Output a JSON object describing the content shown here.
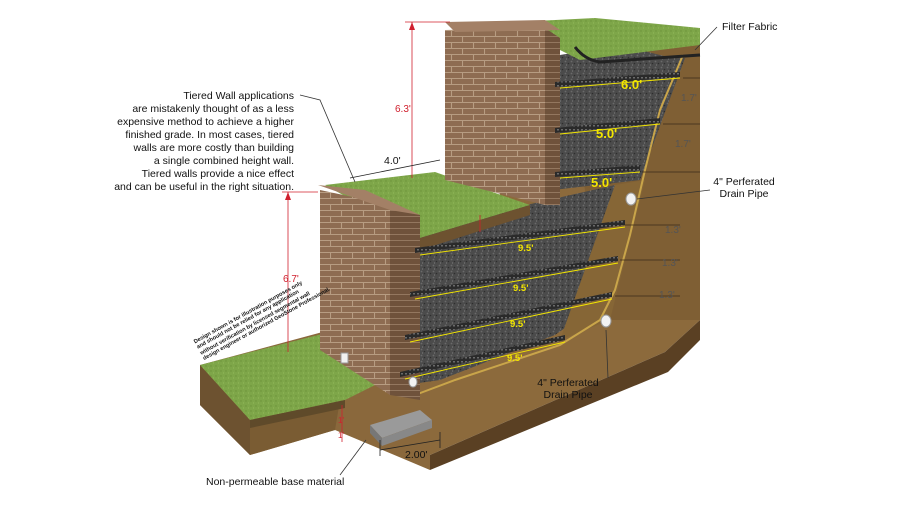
{
  "labels": {
    "filter_fabric": "Filter Fabric",
    "drain_pipe_upper": "4\" Perferated\nDrain Pipe",
    "drain_pipe_lower": "4\" Perferated\nDrain Pipe",
    "base_material": "Non-permeable base material",
    "tier_note": "Tiered Wall applications\nare mistakenly thought of as a less\nexpensive method to achieve a higher\nfinished grade.  In most cases, tiered\nwalls are more costly than building\na single combined height wall.\nTiered walls provide a nice effect\nand can be useful in the right situation.",
    "disclaimer": "Design shown is for illustration purposes only\nand should not be relied for any application\nwithout verification by licensed segmental wall\ndesign engineer or authorized GeoStone Professional."
  },
  "dimensions": {
    "upper_wall_height": "6.3'",
    "lower_wall_height": "6.7'",
    "tier_setback": "4.0'",
    "base_width": "2.00'",
    "upper_grid_lengths": [
      "6.0'",
      "5.0'",
      "5.0'"
    ],
    "lower_grid_lengths": [
      "9.5'",
      "9.5'",
      "9.5'",
      "9.5'"
    ],
    "upper_spacings": [
      "1.7'",
      "1.7'"
    ],
    "lower_spacings": [
      "1.3'",
      "1.3'",
      "1.3'"
    ],
    "embed_upper": "1'",
    "embed_lower": "1'"
  },
  "colors": {
    "soil": "#8c6a3c",
    "soil_dark": "#5a4023",
    "grass": "#7fa64a",
    "block": "#8b6a52",
    "gravel": "#4a4a4a",
    "dimension_red": "#d0202e",
    "dimension_yellow": "#f3e600",
    "grid": "#2a2a2a",
    "drain_pipe": "#f2f2f2"
  }
}
